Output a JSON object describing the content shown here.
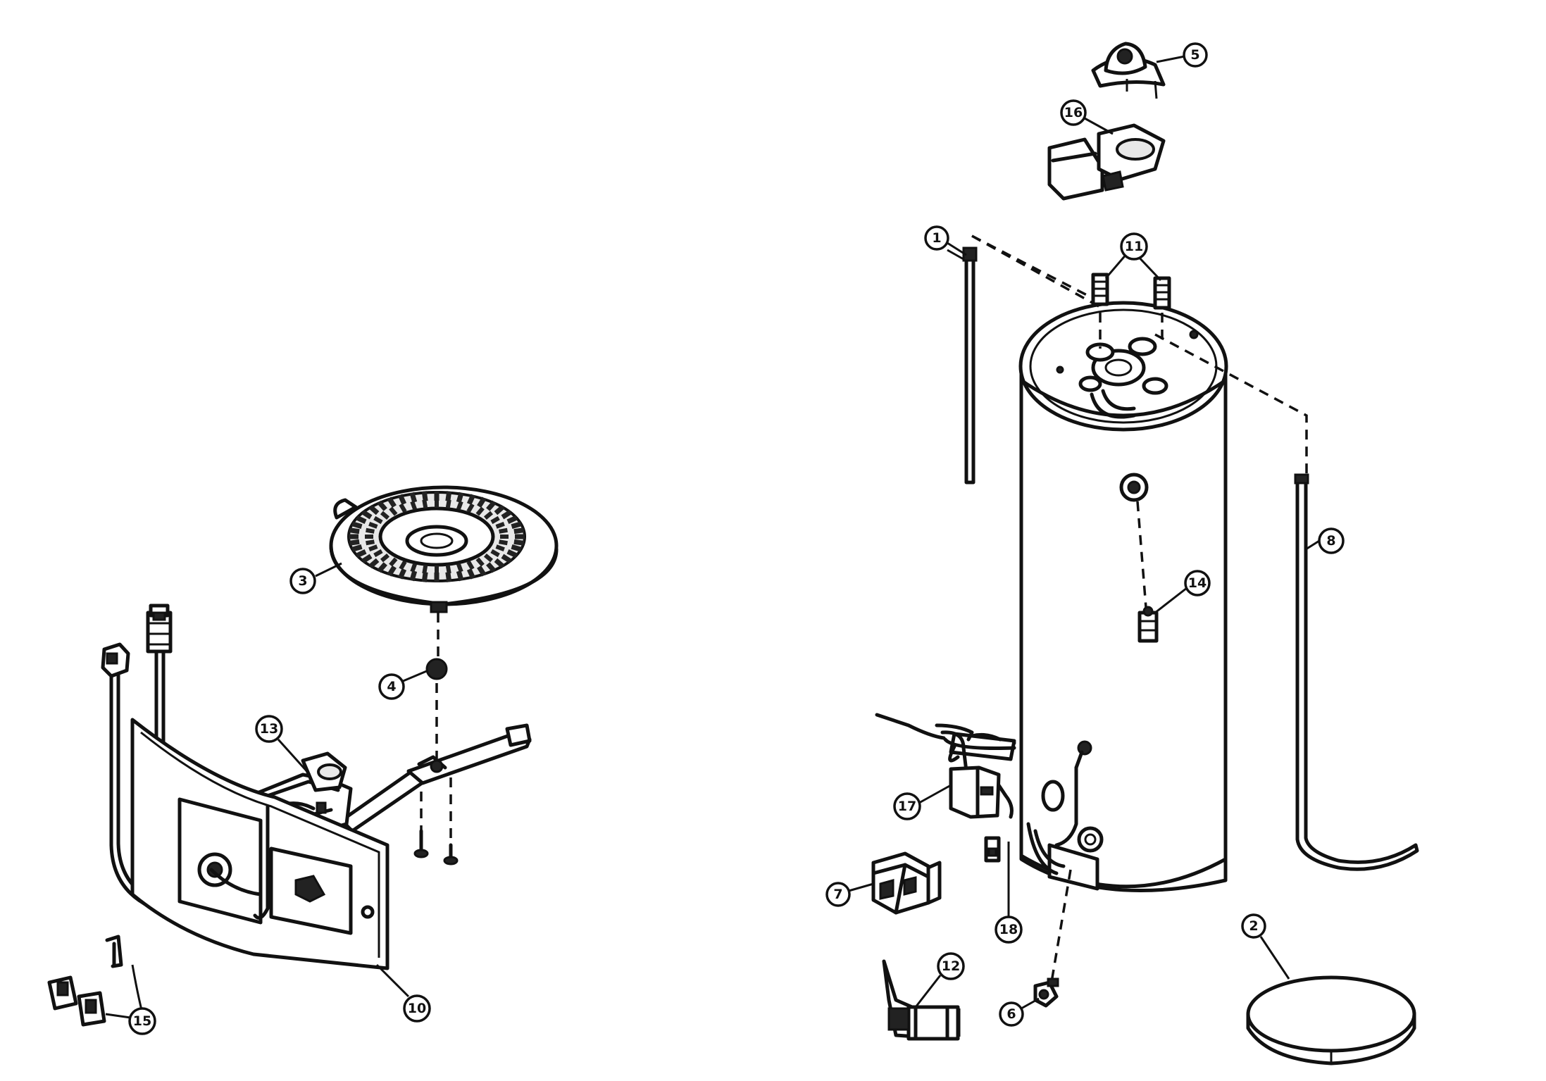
{
  "callouts": [
    {
      "id": "1",
      "label": "1"
    },
    {
      "id": "2",
      "label": "2"
    },
    {
      "id": "3",
      "label": "3"
    },
    {
      "id": "4",
      "label": "4"
    },
    {
      "id": "5",
      "label": "5"
    },
    {
      "id": "6",
      "label": "6"
    },
    {
      "id": "7",
      "label": "7"
    },
    {
      "id": "8",
      "label": "8"
    },
    {
      "id": "10",
      "label": "10"
    },
    {
      "id": "11",
      "label": "11"
    },
    {
      "id": "12",
      "label": "12"
    },
    {
      "id": "13",
      "label": "13"
    },
    {
      "id": "14",
      "label": "14"
    },
    {
      "id": "15",
      "label": "15"
    },
    {
      "id": "16",
      "label": "16"
    },
    {
      "id": "17",
      "label": "17"
    },
    {
      "id": "18",
      "label": "18"
    }
  ]
}
